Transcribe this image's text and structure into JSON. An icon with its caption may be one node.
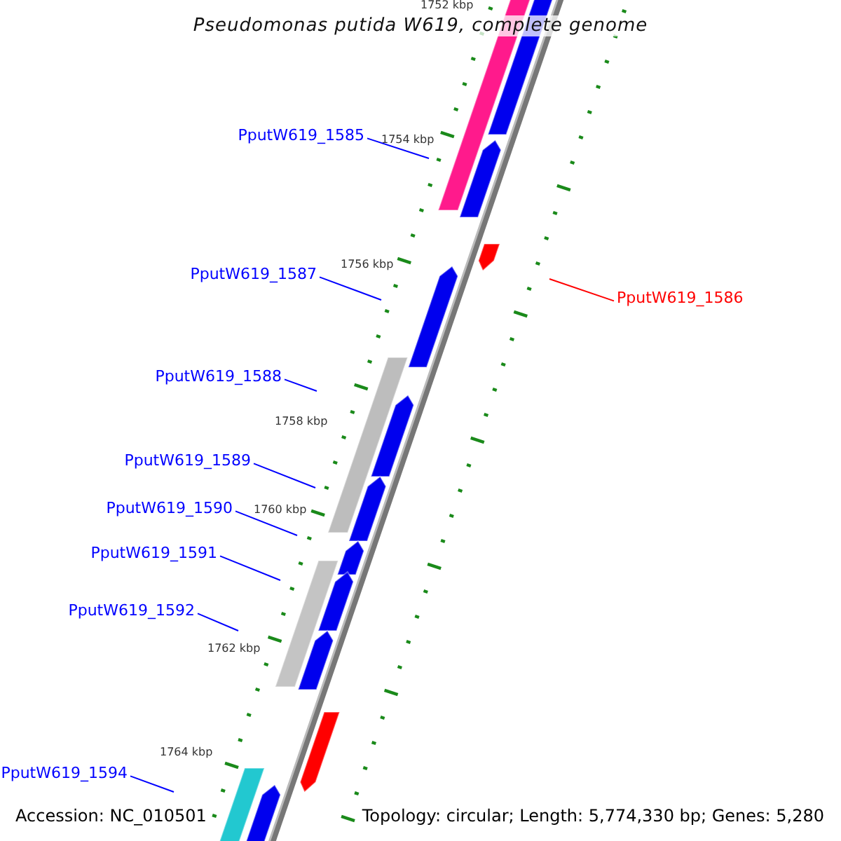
{
  "diagram": {
    "title": "Pseudomonas putida W619, complete genome",
    "nodes": [
      {
        "text": [
          "PputW619_1585"
        ]
      },
      {
        "text": [
          "PputW619_1587"
        ]
      },
      {
        "text": [
          "PputW619_1586"
        ]
      },
      {
        "text": [
          "PputW619_1588"
        ]
      },
      {
        "text": [
          "PputW619_1589"
        ]
      },
      {
        "text": [
          "PputW619_1590"
        ]
      },
      {
        "text": [
          "PputW619_1591"
        ]
      },
      {
        "text": [
          "PputW619_1592"
        ]
      },
      {
        "text": [
          "PputW619_1594"
        ]
      }
    ],
    "edges": [
      {
        "from": 0,
        "to": null,
        "arrow": "none"
      },
      {
        "from": 1,
        "to": null,
        "arrow": "none"
      },
      {
        "from": 2,
        "to": null,
        "arrow": "none",
        "color": "#ff0000"
      },
      {
        "from": 3,
        "to": null,
        "arrow": "none"
      },
      {
        "from": 4,
        "to": null,
        "arrow": "none"
      },
      {
        "from": 5,
        "to": null,
        "arrow": "none"
      },
      {
        "from": 6,
        "to": null,
        "arrow": "none"
      },
      {
        "from": 7,
        "to": null,
        "arrow": "none"
      },
      {
        "from": 8,
        "to": null,
        "arrow": "none"
      }
    ],
    "labels": [
      "1752 kbp",
      "1754 kbp",
      "1756 kbp",
      "1758 kbp",
      "1760 kbp",
      "1762 kbp",
      "1764 kbp",
      "Accession: NC_010501",
      "Topology: circular; Length: 5,774,330 bp; Genes: 5,280"
    ]
  }
}
